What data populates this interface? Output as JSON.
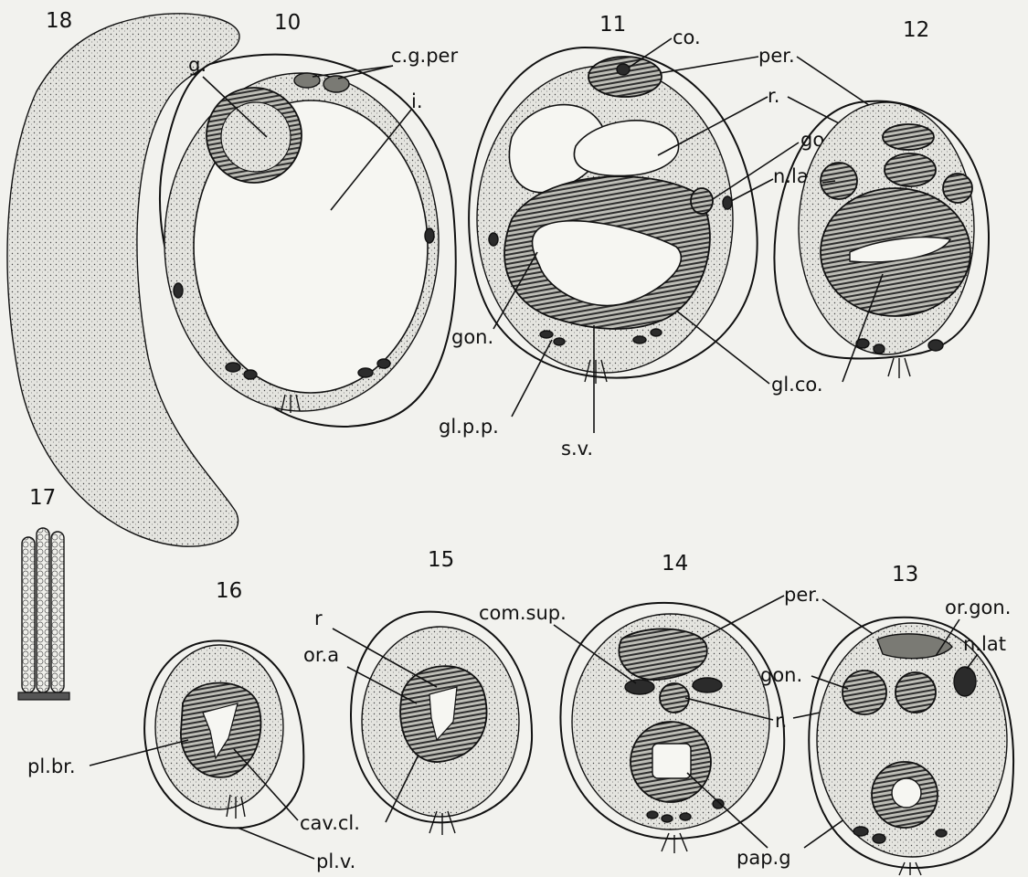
{
  "figure_numbers": {
    "f10": "10",
    "f11": "11",
    "f12": "12",
    "f13": "13",
    "f14": "14",
    "f15": "15",
    "f16": "16",
    "f17": "17",
    "f18": "18"
  },
  "labels": {
    "cg_per": "c.g.per",
    "g": "g.",
    "i": "i.",
    "co": "co.",
    "per_top": "per.",
    "r_top": "r.",
    "gon_top": "gon.",
    "n_lat_top": "n.lat.",
    "gon_mid": "gon.",
    "gl_co": "gl.co.",
    "gl_pp": "gl.p.p.",
    "sv": "s.v.",
    "com_sup": "com.sup.",
    "per_bottom": "per.",
    "or_gon": "or.gon.",
    "n_lat_bottom": "n.lat",
    "gon_bottom": "gon.",
    "r_bottom": "r.",
    "pap_g": "pap.g",
    "r_15": "r",
    "or_a": "or.a",
    "pl_br": "pl.br.",
    "cav_cl": "cav.cl.",
    "pl_v": "pl.v."
  },
  "colors": {
    "ink": "#111111",
    "paper": "#f2f2ee",
    "tissue": "#dcdcd6",
    "dark_tissue": "#2b2b2b"
  }
}
